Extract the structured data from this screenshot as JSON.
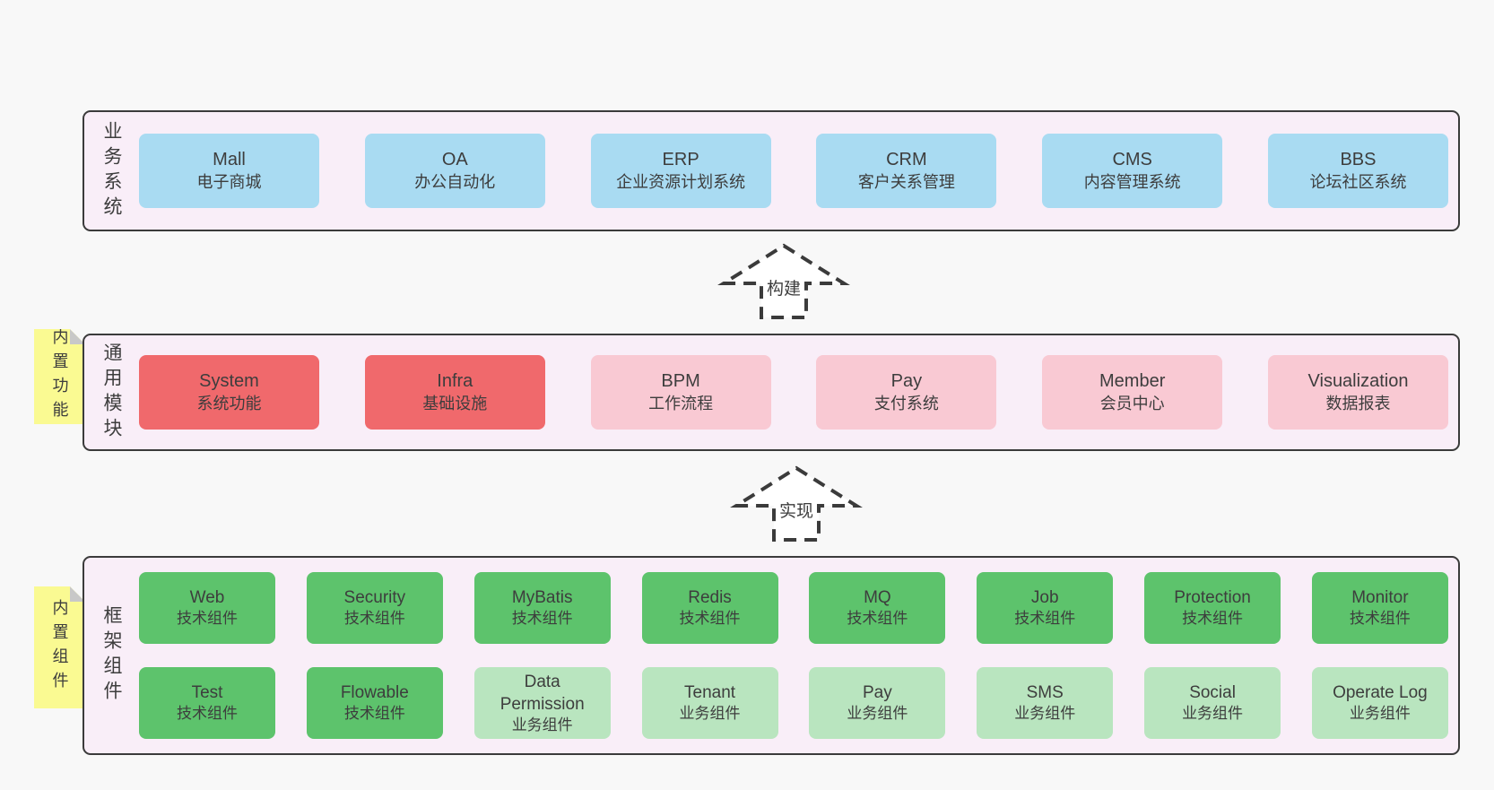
{
  "colors": {
    "pageBg": "#f8f8f8",
    "layerBg": "#f9eef8",
    "border": "#3b3b3b",
    "text": "#3d3d3d",
    "blue": "#a9dbf2",
    "red": "#f0696c",
    "pink": "#f9c9d3",
    "green": "#5dc36c",
    "greenLight": "#b9e5bf",
    "noteYellow": "#fafa92",
    "foldGray": "#c8c8c8"
  },
  "arrows": [
    {
      "label": "构建"
    },
    {
      "label": "实现"
    }
  ],
  "layers": [
    {
      "label": "业务系统",
      "rows": [
        [
          {
            "name": "Mall",
            "desc": "电子商城"
          },
          {
            "name": "OA",
            "desc": "办公自动化"
          },
          {
            "name": "ERP",
            "desc": "企业资源计划系统"
          },
          {
            "name": "CRM",
            "desc": "客户关系管理"
          },
          {
            "name": "CMS",
            "desc": "内容管理系统"
          },
          {
            "name": "BBS",
            "desc": "论坛社区系统"
          }
        ]
      ]
    },
    {
      "label": "通用模块",
      "tag": "内置功能",
      "rows": [
        [
          {
            "name": "System",
            "desc": "系统功能"
          },
          {
            "name": "Infra",
            "desc": "基础设施"
          },
          {
            "name": "BPM",
            "desc": "工作流程"
          },
          {
            "name": "Pay",
            "desc": "支付系统"
          },
          {
            "name": "Member",
            "desc": "会员中心"
          },
          {
            "name": "Visualization",
            "desc": "数据报表"
          }
        ]
      ]
    },
    {
      "label": "框架组件",
      "tag": "内置组件",
      "rows": [
        [
          {
            "name": "Web",
            "desc": "技术组件"
          },
          {
            "name": "Security",
            "desc": "技术组件"
          },
          {
            "name": "MyBatis",
            "desc": "技术组件"
          },
          {
            "name": "Redis",
            "desc": "技术组件"
          },
          {
            "name": "MQ",
            "desc": "技术组件"
          },
          {
            "name": "Job",
            "desc": "技术组件"
          },
          {
            "name": "Protection",
            "desc": "技术组件"
          },
          {
            "name": "Monitor",
            "desc": "技术组件"
          }
        ],
        [
          {
            "name": "Test",
            "desc": "技术组件"
          },
          {
            "name": "Flowable",
            "desc": "技术组件"
          },
          {
            "name": "Data\nPermission",
            "desc": "业务组件"
          },
          {
            "name": "Tenant",
            "desc": "业务组件"
          },
          {
            "name": "Pay",
            "desc": "业务组件"
          },
          {
            "name": "SMS",
            "desc": "业务组件"
          },
          {
            "name": "Social",
            "desc": "业务组件"
          },
          {
            "name": "Operate Log",
            "desc": "业务组件"
          }
        ]
      ]
    }
  ]
}
